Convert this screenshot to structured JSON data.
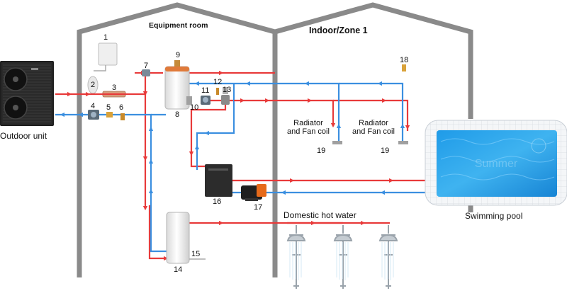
{
  "sections": {
    "equipment_room": "Equipment room",
    "indoor_zone": "Indoor/Zone 1"
  },
  "labels": {
    "outdoor_unit": "Outdoor unit",
    "radiator_1": "Radiator\nand Fan coil",
    "radiator_2": "Radiator\nand Fan coil",
    "domestic_hot_water": "Domestic hot water",
    "swimming_pool": "Swimming pool",
    "pool_watermark": "Summer"
  },
  "numbers": {
    "n1": "1",
    "n2": "2",
    "n3": "3",
    "n4": "4",
    "n5": "5",
    "n6": "6",
    "n7": "7",
    "n8": "8",
    "n9": "9",
    "n10": "10",
    "n11": "11",
    "n12": "12",
    "n13": "13",
    "n14": "14",
    "n15": "15",
    "n16": "16",
    "n17": "17",
    "n18": "18",
    "n19a": "19",
    "n19b": "19"
  },
  "colors": {
    "hot": "#e83a3a",
    "cold": "#3b8fe0",
    "house": "#8a8a8a",
    "pool_water": "#2aa0e6",
    "pool_tile": "#f2f4f6",
    "unit": "#1e1e1e"
  }
}
